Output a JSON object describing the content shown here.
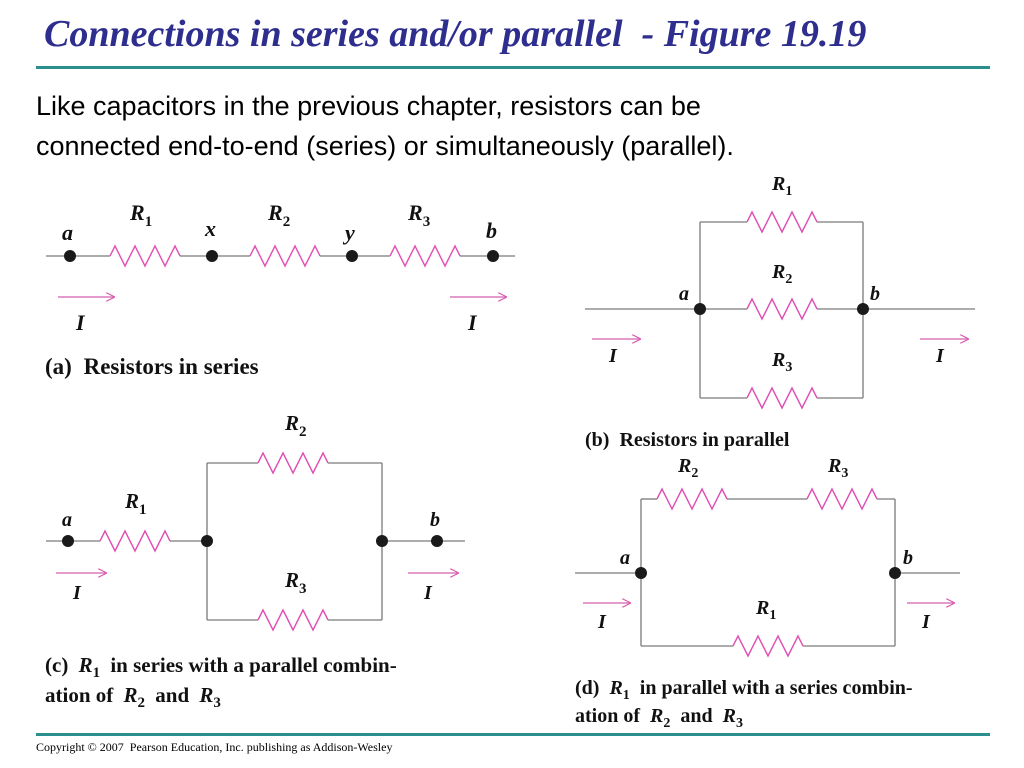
{
  "slide": {
    "title": "Connections in series and/or parallel  - Figure 19.19",
    "intro_line1": "Like capacitors in the previous chapter, resistors can be",
    "intro_line2": "connected end-to-end (series) or simultaneously (parallel).",
    "copyright": "Copyright © 2007  Pearson Education, Inc. publishing as Addison-Wesley"
  },
  "colors": {
    "title": "#2e2e8e",
    "rule": "#2b8f8f",
    "resistor": "#e04fb4",
    "wire": "#7a7a7a"
  },
  "figure": {
    "a": {
      "caption_tag": "(a)",
      "caption": "Resistors in series",
      "nodes": [
        "a",
        "x",
        "y",
        "b"
      ],
      "resistors": [
        "R1",
        "R2",
        "R3"
      ],
      "current": "I"
    },
    "b": {
      "caption_tag": "(b)",
      "caption": "Resistors in parallel",
      "nodes": [
        "a",
        "b"
      ],
      "resistors": [
        "R1",
        "R2",
        "R3"
      ],
      "current": "I"
    },
    "c": {
      "caption_tag": "(c)",
      "caption_line1": "in series with a parallel combin-",
      "caption_line2_prefix": "ation of",
      "caption_and": "and",
      "nodes": [
        "a",
        "b"
      ],
      "resistors": [
        "R1",
        "R2",
        "R3"
      ],
      "current": "I"
    },
    "d": {
      "caption_tag": "(d)",
      "caption_line1": "in parallel with a series combin-",
      "caption_line2_prefix": "ation of",
      "caption_and": "and",
      "nodes": [
        "a",
        "b"
      ],
      "resistors": [
        "R1",
        "R2",
        "R3"
      ],
      "current": "I"
    }
  }
}
